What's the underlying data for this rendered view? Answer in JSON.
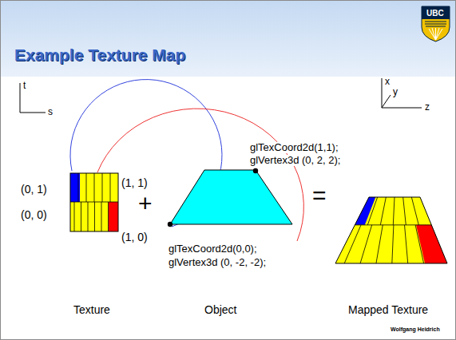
{
  "diagram": {
    "title": "Example Texture Map",
    "labels": [
      "UBC",
      "t",
      "s",
      "x",
      "y",
      "z",
      "glTexCoord2d(1,1);",
      "glVertex3d (0, 2, 2);",
      "(0, 1)",
      "(1, 1)",
      "+",
      "=",
      "(0, 0)",
      "(1, 0)",
      "glTexCoord2d(0,0);",
      "glVertex3d (0, -2, -2);",
      "Texture",
      "Object",
      "Mapped Texture",
      "Wolfgang Heidrich"
    ]
  }
}
